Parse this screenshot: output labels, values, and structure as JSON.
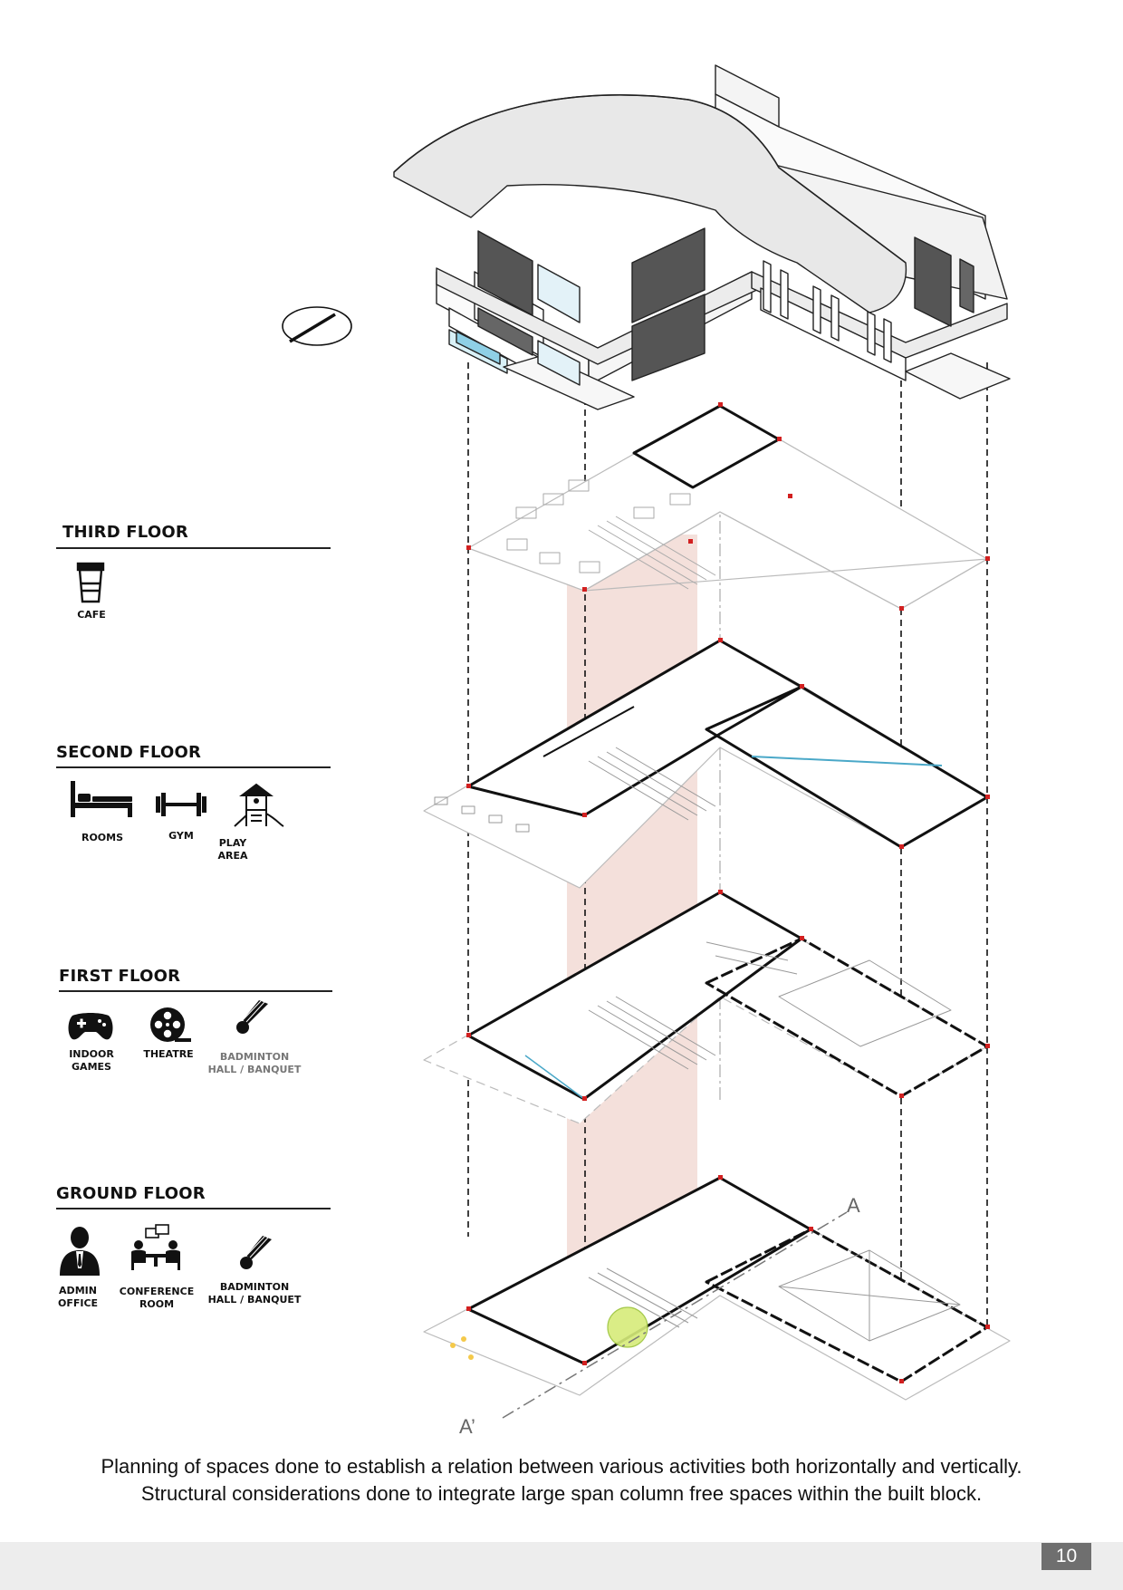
{
  "floors": [
    {
      "heading": "THIRD FLOOR",
      "icons": [
        {
          "icon": "coffee-cup-icon",
          "label": "CAFE"
        }
      ]
    },
    {
      "heading": "SECOND FLOOR",
      "icons": [
        {
          "icon": "bed-icon",
          "label": "ROOMS"
        },
        {
          "icon": "dumbbell-icon",
          "label": "GYM"
        },
        {
          "icon": "playground-icon",
          "label": "PLAY AREA"
        }
      ]
    },
    {
      "heading": "FIRST FLOOR",
      "icons": [
        {
          "icon": "gamepad-icon",
          "label": "INDOOR GAMES"
        },
        {
          "icon": "film-reel-icon",
          "label": "THEATRE"
        },
        {
          "icon": "shuttlecock-icon",
          "label": "BADMINTON HALL / BANQUET"
        }
      ]
    },
    {
      "heading": "GROUND FLOOR",
      "icons": [
        {
          "icon": "admin-person-icon",
          "label": "ADMIN OFFICE"
        },
        {
          "icon": "conference-table-icon",
          "label": "CONFERENCE ROOM"
        },
        {
          "icon": "shuttlecock-icon",
          "label": "BADMINTON HALL / BANQUET"
        }
      ]
    }
  ],
  "section_marks": {
    "a": "A",
    "a_prime": "A’"
  },
  "caption": {
    "line1": "Planning of spaces done to establish a relation between various activities both horizontally and vertically.",
    "line2": "Structural considerations done to integrate large span column free spaces within the built block."
  },
  "page_number": "10",
  "colors": {
    "circulation_core": "#f0d6cf",
    "column_marker": "#d22020",
    "glazing": "#4aa8c8"
  }
}
